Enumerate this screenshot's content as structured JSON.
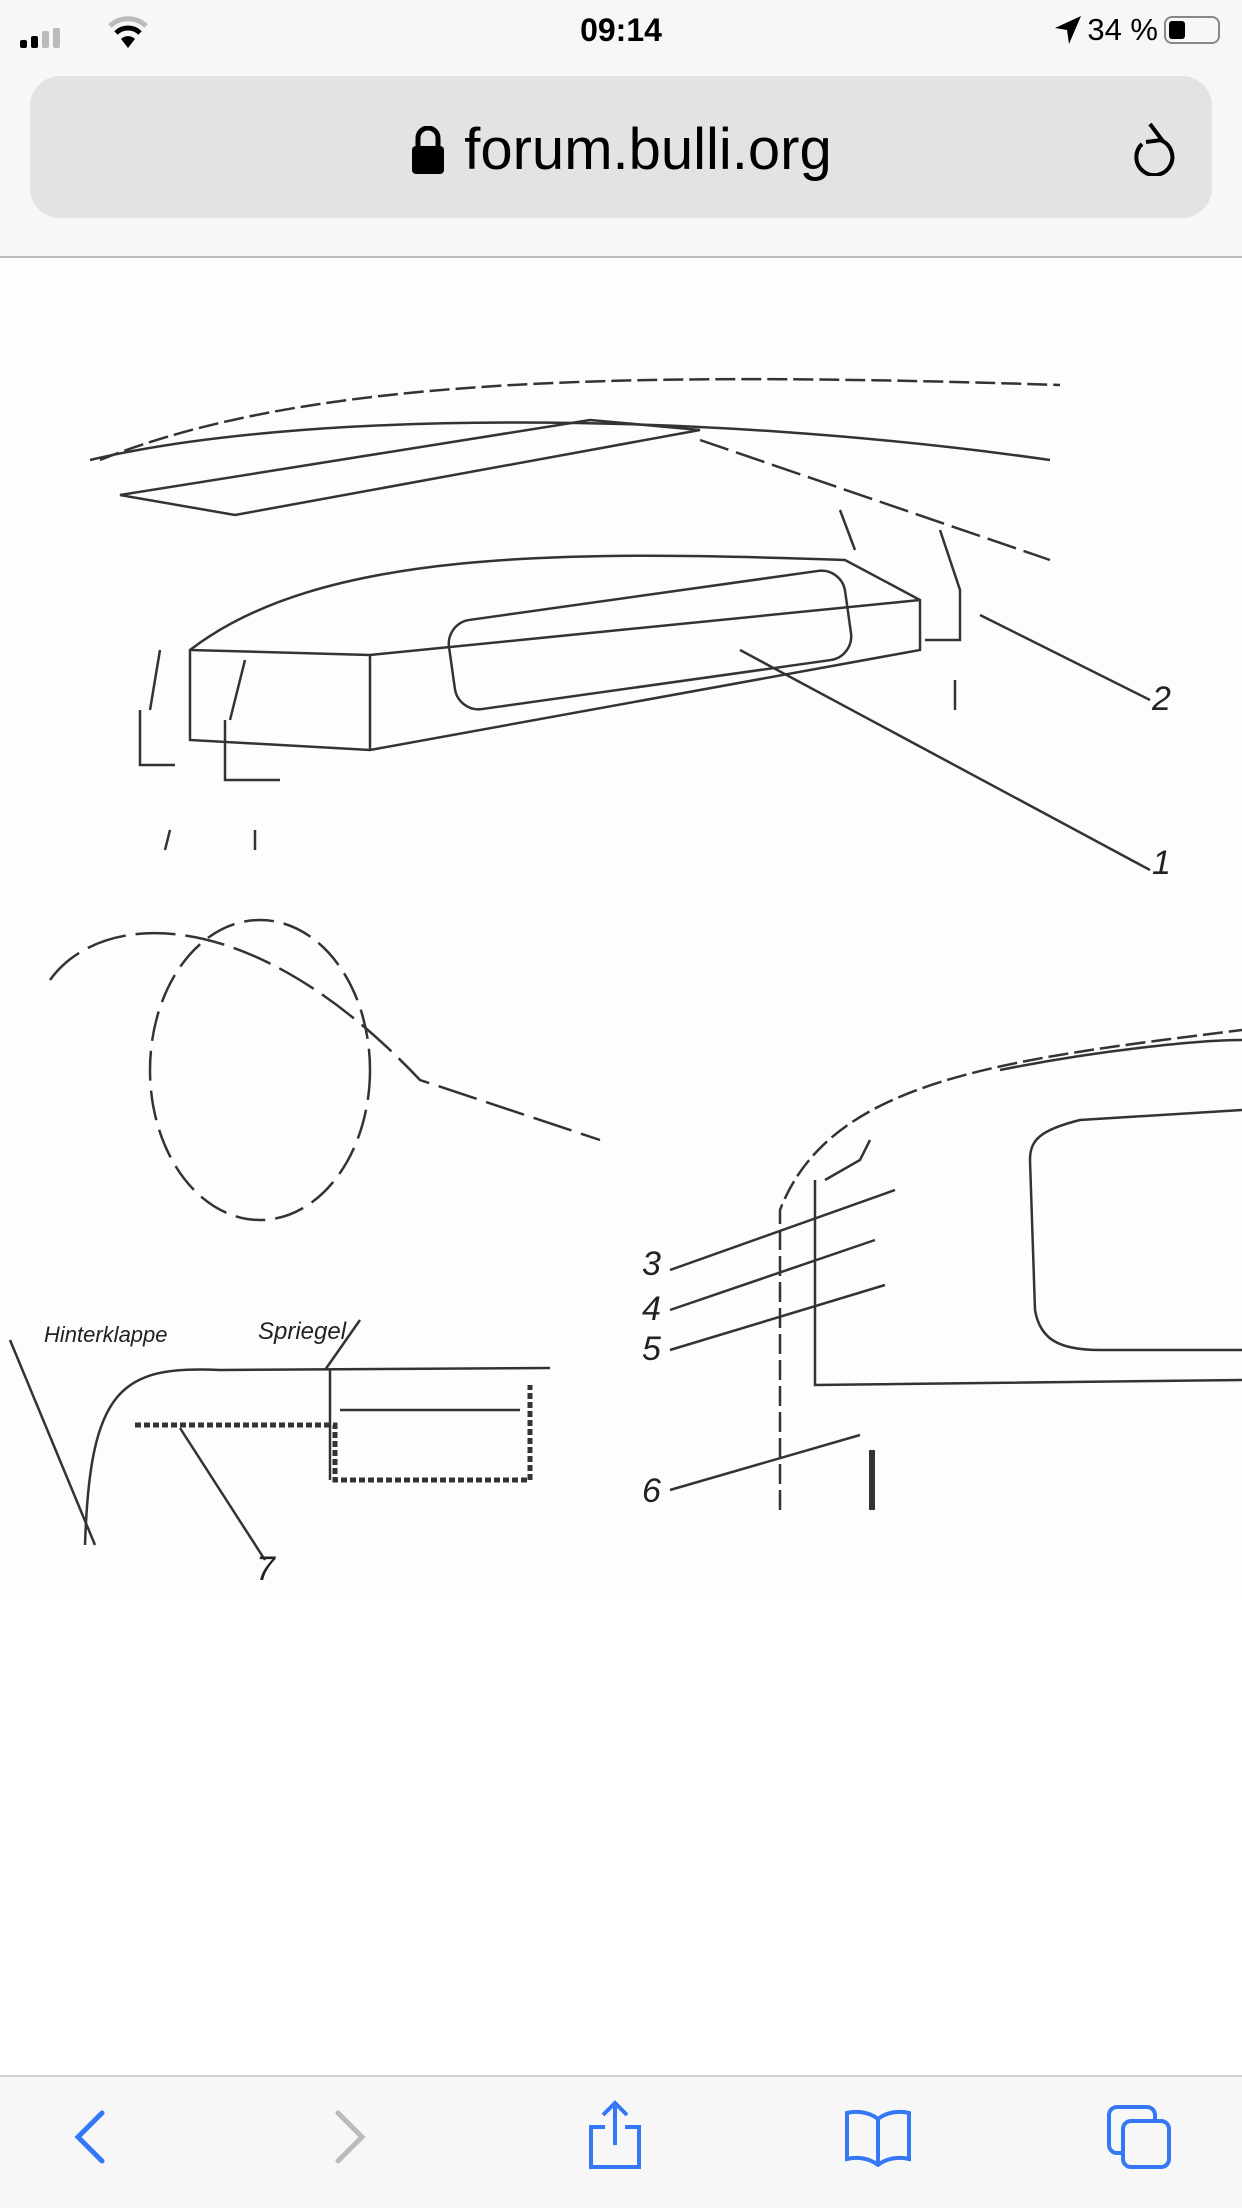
{
  "status_bar": {
    "time": "09:14",
    "battery": "34 %",
    "battery_level": 0.34
  },
  "browser": {
    "url": "forum.bulli.org"
  },
  "diagram": {
    "labels": {
      "hinterklappe": "Hinterklappe",
      "spriegel": "Spriegel"
    },
    "callouts": [
      "1",
      "2",
      "3",
      "4",
      "5",
      "6",
      "7"
    ]
  },
  "colors": {
    "accent": "#3478f6"
  }
}
